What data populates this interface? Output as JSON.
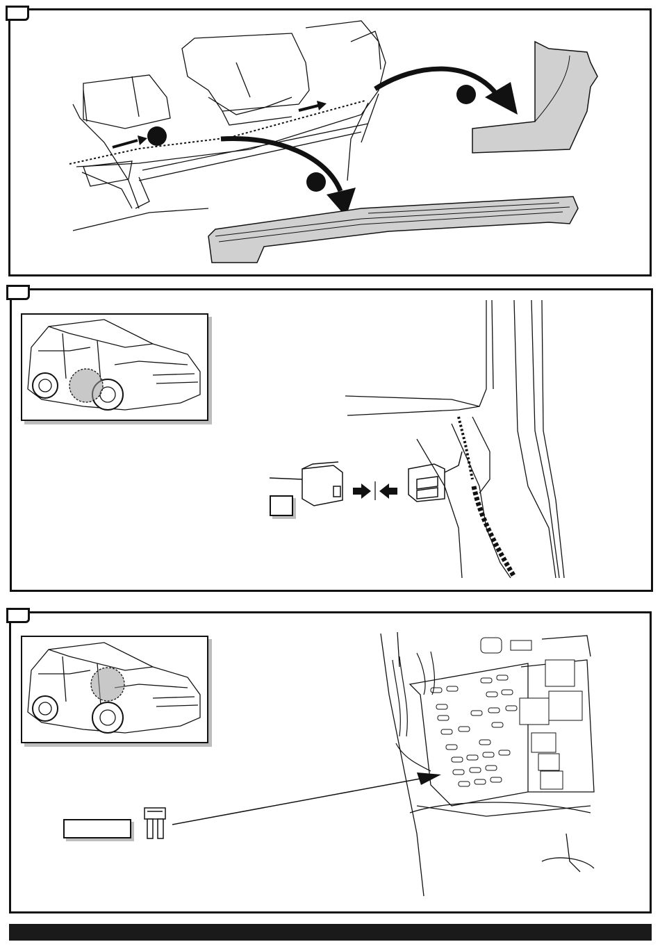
{
  "steps": [
    {
      "id": "step-1",
      "number": ""
    },
    {
      "id": "step-2",
      "number": ""
    },
    {
      "id": "step-3",
      "number": ""
    }
  ],
  "step1": {
    "callouts": [
      "",
      ""
    ]
  },
  "step2": {
    "connector_label": ""
  },
  "step3": {
    "fuse_label": ""
  },
  "colors": {
    "ink": "#111111",
    "part_fill": "#d0d0d0",
    "shadow": "#bdbdbd",
    "footer": "#1a1a1a"
  },
  "icons": [
    "arrow-right-icon",
    "arrow-left-icon",
    "curved-arrow-icon",
    "fuse-icon",
    "car-icon"
  ]
}
